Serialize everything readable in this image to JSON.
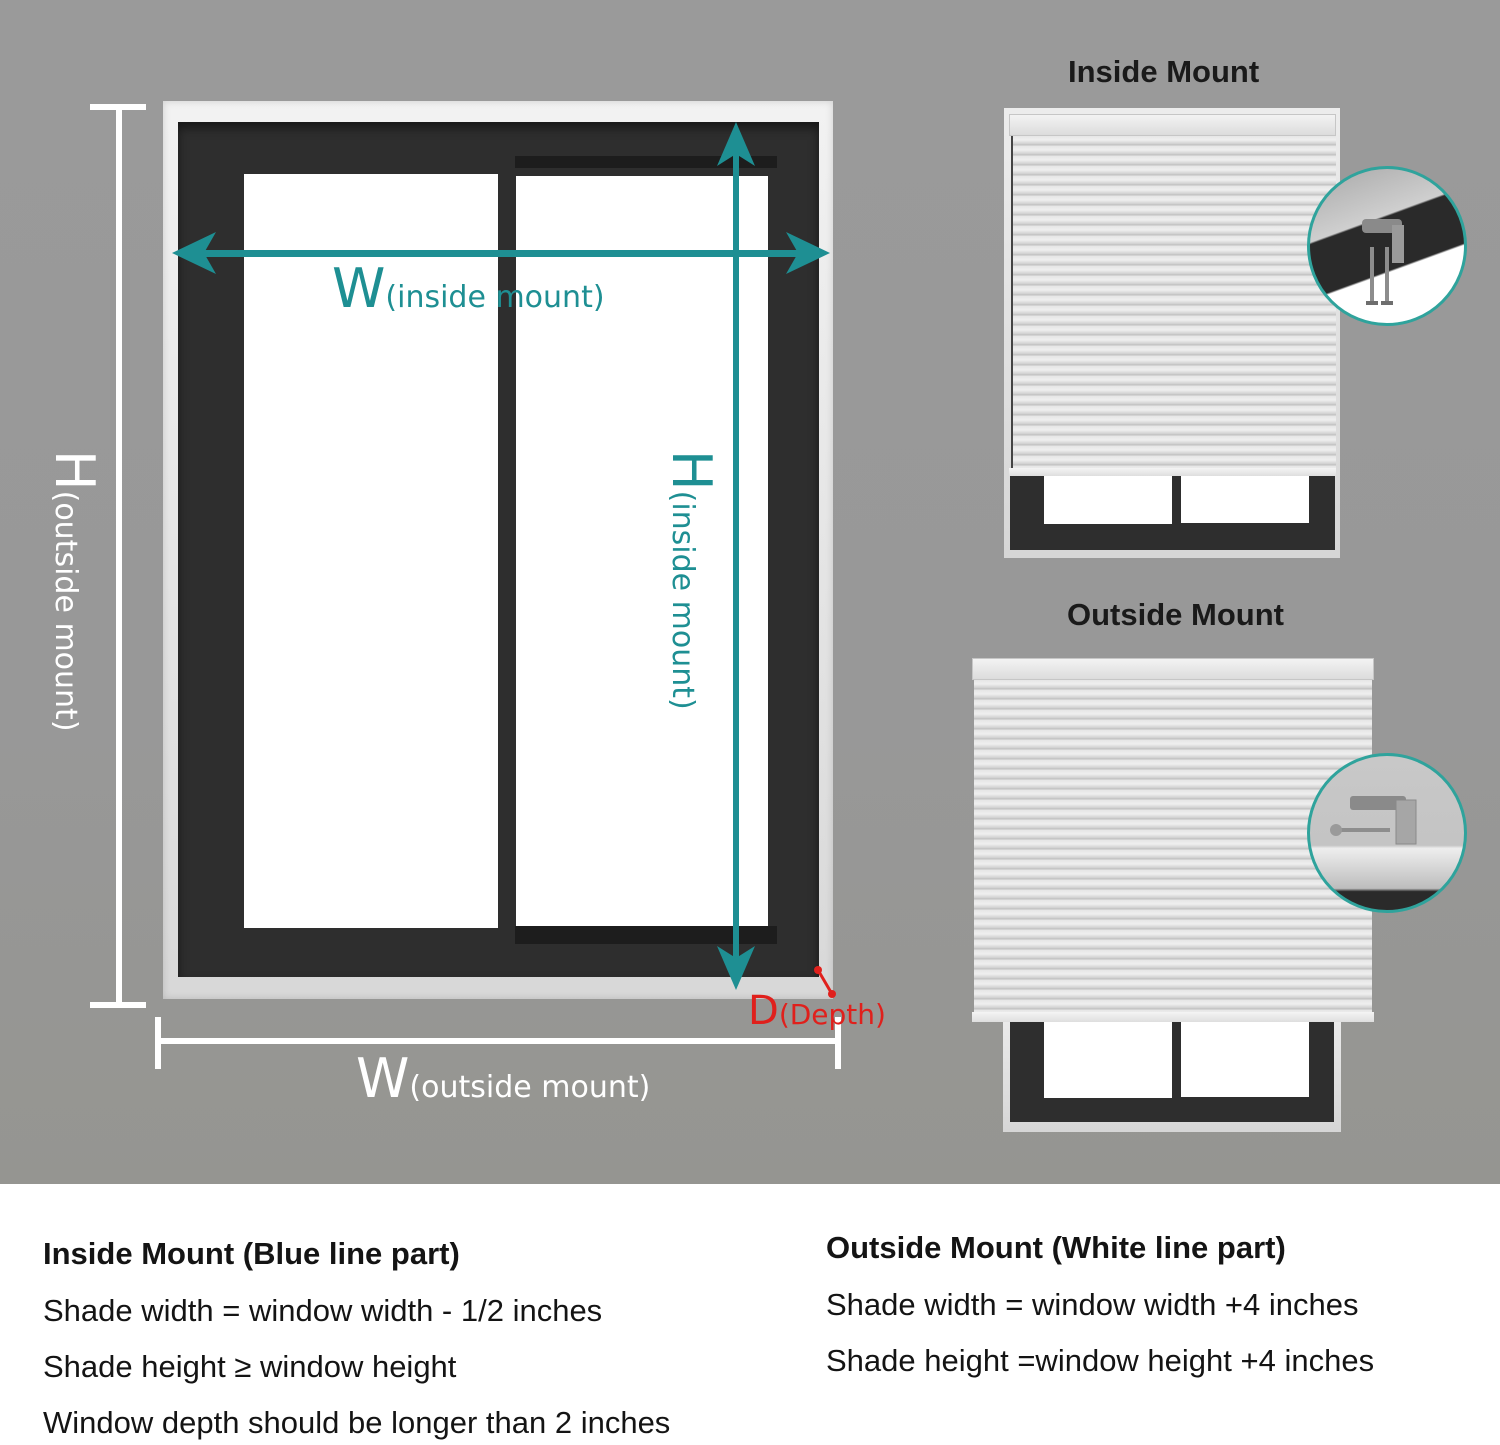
{
  "diagram": {
    "main_window": {
      "w_inside": {
        "letter": "W",
        "label": "(inside mount)"
      },
      "h_inside": {
        "letter": "H",
        "label": "(inside mount)"
      },
      "h_outside": {
        "letter": "H",
        "label": "(outside mount)"
      },
      "w_outside": {
        "letter": "W",
        "label": "(outside mount)"
      },
      "depth": {
        "letter": "D",
        "label": "(Depth)"
      }
    },
    "colors": {
      "inside_mount_line": "#1e8f93",
      "outside_mount_line": "#ffffff",
      "depth_marker": "#e0201c",
      "background": "#989898",
      "window_frame": "#2e2e2e"
    },
    "panels": [
      {
        "title": "Inside Mount",
        "detail": "bracket-mounted-under-frame-top"
      },
      {
        "title": "Outside Mount",
        "detail": "bracket-mounted-on-wall-face"
      }
    ]
  },
  "instructions": {
    "inside": {
      "heading": "Inside Mount (Blue line part)",
      "lines": [
        "Shade width = window width - 1/2 inches",
        "Shade height ≥ window height",
        "Window depth should be longer than 2 inches"
      ]
    },
    "outside": {
      "heading": "Outside Mount (White line part)",
      "lines": [
        "Shade width = window width +4 inches",
        "Shade height =window height +4 inches"
      ]
    }
  }
}
